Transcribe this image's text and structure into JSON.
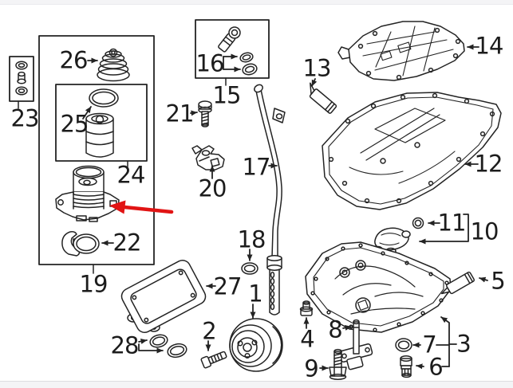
{
  "diagram": {
    "kind": "engine-oil-system-parts-diagram",
    "background": "#ffffff",
    "line_color": "#232323",
    "highlight": {
      "name": "red-pointer-arrow",
      "color": "#e11414",
      "points_to": "oil-filter-housing"
    }
  },
  "callouts": [
    {
      "label": "1",
      "part": "crankshaft-pulley"
    },
    {
      "label": "2",
      "part": "pulley-bolt"
    },
    {
      "label": "3",
      "part": "lower-oil-pan"
    },
    {
      "label": "4",
      "part": "pan-bolt"
    },
    {
      "label": "5",
      "part": "sealant-tube"
    },
    {
      "label": "6",
      "part": "drain-plug"
    },
    {
      "label": "7",
      "part": "drain-plug-washer"
    },
    {
      "label": "8",
      "part": "oil-level-sensor"
    },
    {
      "label": "9",
      "part": "sensor-bolt"
    },
    {
      "label": "10",
      "part": "oil-pickup-tube"
    },
    {
      "label": "11",
      "part": "pickup-o-ring"
    },
    {
      "label": "12",
      "part": "upper-oil-pan"
    },
    {
      "label": "13",
      "part": "sealant-tube-upper"
    },
    {
      "label": "14",
      "part": "baffle-plate"
    },
    {
      "label": "15",
      "part": "nozzle-kit-box"
    },
    {
      "label": "16",
      "part": "nozzle-seals"
    },
    {
      "label": "17",
      "part": "dipstick-tube"
    },
    {
      "label": "18",
      "part": "dipstick-o-ring"
    },
    {
      "label": "19",
      "part": "filter-housing-kit-box"
    },
    {
      "label": "20",
      "part": "support-bracket"
    },
    {
      "label": "21",
      "part": "bracket-bolt"
    },
    {
      "label": "22",
      "part": "retaining-clamp"
    },
    {
      "label": "23",
      "part": "valve-kit-box"
    },
    {
      "label": "24",
      "part": "filter-element-kit-box"
    },
    {
      "label": "25",
      "part": "filter-element"
    },
    {
      "label": "26",
      "part": "filter-cap"
    },
    {
      "label": "27",
      "part": "oil-cooler"
    },
    {
      "label": "28",
      "part": "oil-cooler-seals"
    }
  ]
}
